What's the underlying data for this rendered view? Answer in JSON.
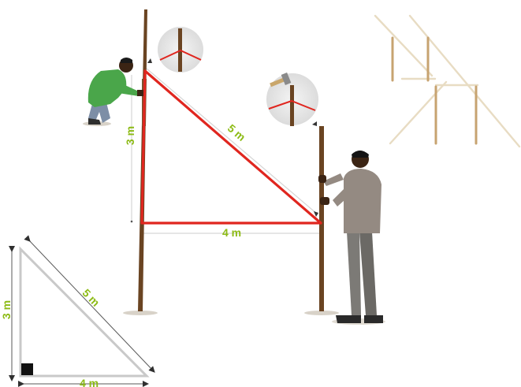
{
  "labels": {
    "main_vertical": "3 m",
    "main_diagonal": "5 m",
    "main_horizontal": "4 m",
    "small_vertical": "3 m",
    "small_diagonal": "5 m",
    "small_horizontal": "4 m"
  },
  "colors": {
    "string_red": "#e0261f",
    "label_green": "#8dbb16",
    "post_brown": "#6a4422",
    "dim_line": "#d8d8d8",
    "small_triangle_line": "#5a5a5a"
  },
  "icons": [
    "corner-stake-inset-icon",
    "hammer-stake-inset-icon",
    "batter-board-sketch-icon",
    "right-angle-marker-icon"
  ]
}
